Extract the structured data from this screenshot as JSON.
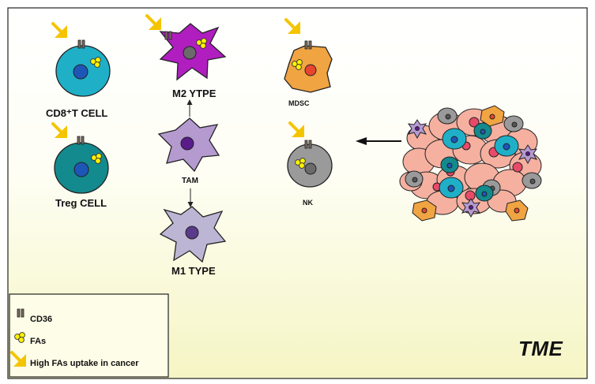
{
  "cells": {
    "cd8": "CD8⁺T CELL",
    "treg": "Treg CELL",
    "m2": "M2 YTPE",
    "tam": "TAM",
    "m1": "M1 TYPE",
    "mdsc": "MDSC",
    "nk": "NK"
  },
  "legend": {
    "cd36": "CD36",
    "fas": "FAs",
    "uptake": "High FAs uptake in cancer"
  },
  "tme_label": "TME",
  "colors": {
    "background_top": "#ffffff",
    "background_bottom": "#f7f7c8",
    "cd8_cell": "#1fb0c8",
    "treg_cell": "#138a8e",
    "m2_macrophage": "#b01ec0",
    "tam_macrophage": "#b59ad0",
    "m1_macrophage": "#bcb6d4",
    "mdsc_cell": "#f0a442",
    "nk_cell": "#9a9a9a",
    "tumor_cell": "#f5b0a0",
    "fatty_acid": "#fff200",
    "arrow_yellow": "#f5c400",
    "cd36_receptor": "#7a6a60"
  },
  "icons": [
    "cd36-receptor-icon",
    "fatty-acid-droplets-icon",
    "yellow-uptake-arrow-icon",
    "polarization-arrow-icon",
    "tumor-mass-illustration"
  ]
}
